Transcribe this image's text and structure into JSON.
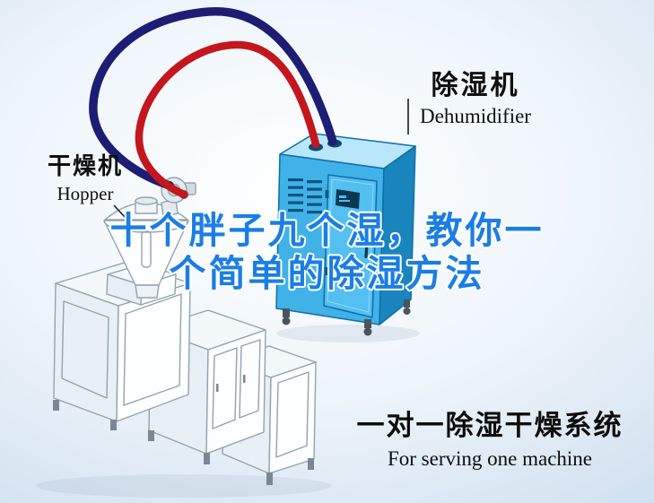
{
  "scene": {
    "background": {
      "center": "#ffffff",
      "edge": "#ccdded"
    }
  },
  "labels": {
    "dehumidifier_cn": "除湿机",
    "dehumidifier_en": "Dehumidifier",
    "hopper_cn": "干燥机",
    "hopper_en": "Hopper"
  },
  "watermark": {
    "line1": "十个胖子九个湿，教你一",
    "line2": "个简单的除湿方法",
    "color": "#1a7ee4",
    "outline": "#ffffff"
  },
  "caption": {
    "cn": "一对一除湿干燥系统",
    "en": "For serving one machine"
  },
  "equipment": {
    "dehumidifier": {
      "front_color": "#41b2e8",
      "side_color": "#1a85bd",
      "top_color": "#b9e6fa",
      "outline_color": "#0d6ea6"
    },
    "pipes": {
      "supply_color": "#c4161c",
      "return_color": "#1d1d73"
    },
    "machine": {
      "line_color": "#93a3ad",
      "fill_color": "#fcfeff",
      "shade_color": "#e8f0f6",
      "top_color": "#f3f8fb"
    }
  }
}
